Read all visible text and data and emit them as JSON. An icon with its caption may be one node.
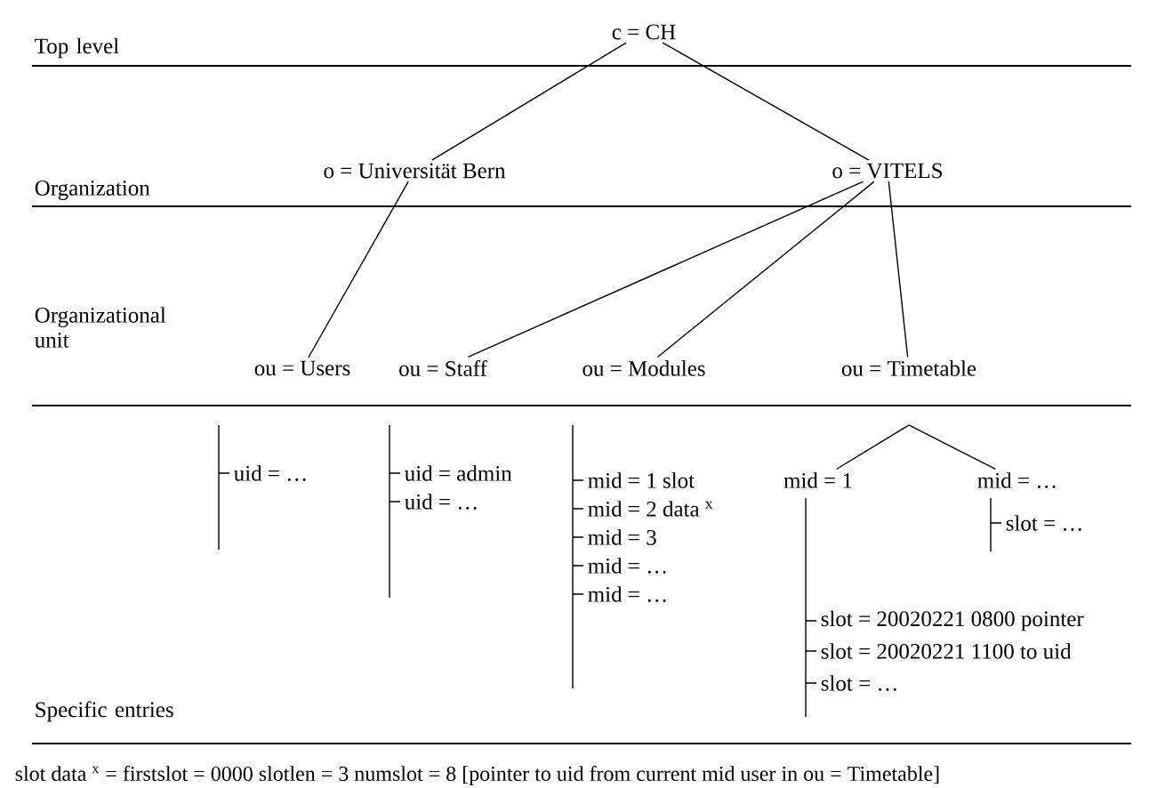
{
  "diagram": {
    "nodes": [
      {
        "text": [
          "c = CH"
        ]
      },
      {
        "text": [
          "o = Universität Bern"
        ]
      },
      {
        "text": [
          "o = VITELS"
        ]
      },
      {
        "text": [
          "ou = Users"
        ]
      },
      {
        "text": [
          "ou = Staff"
        ]
      },
      {
        "text": [
          "ou = Modules"
        ]
      },
      {
        "text": [
          "ou = Timetable"
        ]
      },
      {
        "text": [
          "mid = 1"
        ]
      },
      {
        "text": [
          "mid = …"
        ]
      }
    ],
    "edges": [
      {
        "from": 0,
        "to": 1,
        "arrow": "none"
      },
      {
        "from": 0,
        "to": 2,
        "arrow": "none"
      },
      {
        "from": 1,
        "to": 3,
        "arrow": "none"
      },
      {
        "from": 2,
        "to": 4,
        "arrow": "none"
      },
      {
        "from": 2,
        "to": 5,
        "arrow": "none"
      },
      {
        "from": 2,
        "to": 6,
        "arrow": "none"
      },
      {
        "from": null,
        "to": 7,
        "arrow": "none"
      },
      {
        "from": null,
        "to": 8,
        "arrow": "none"
      }
    ],
    "labels": [
      "Top level",
      "Organization",
      "Organizational unit",
      "uid = …",
      "uid = admin",
      "uid = …",
      "mid = 1 slot",
      "mid = 2 data $^{x}$",
      "mid = 3",
      "mid = …",
      "mid = …",
      "slot = …",
      "slot = 20020221 0800 pointer",
      "slot = 20020221 1100 to uid",
      "slot = …",
      "Specific entries",
      "slot data $^{x}$ = firstslot = 0000 slotlen = 3 numslot = 8 [pointer to uid from current mid user in ou = Timetable]"
    ]
  }
}
